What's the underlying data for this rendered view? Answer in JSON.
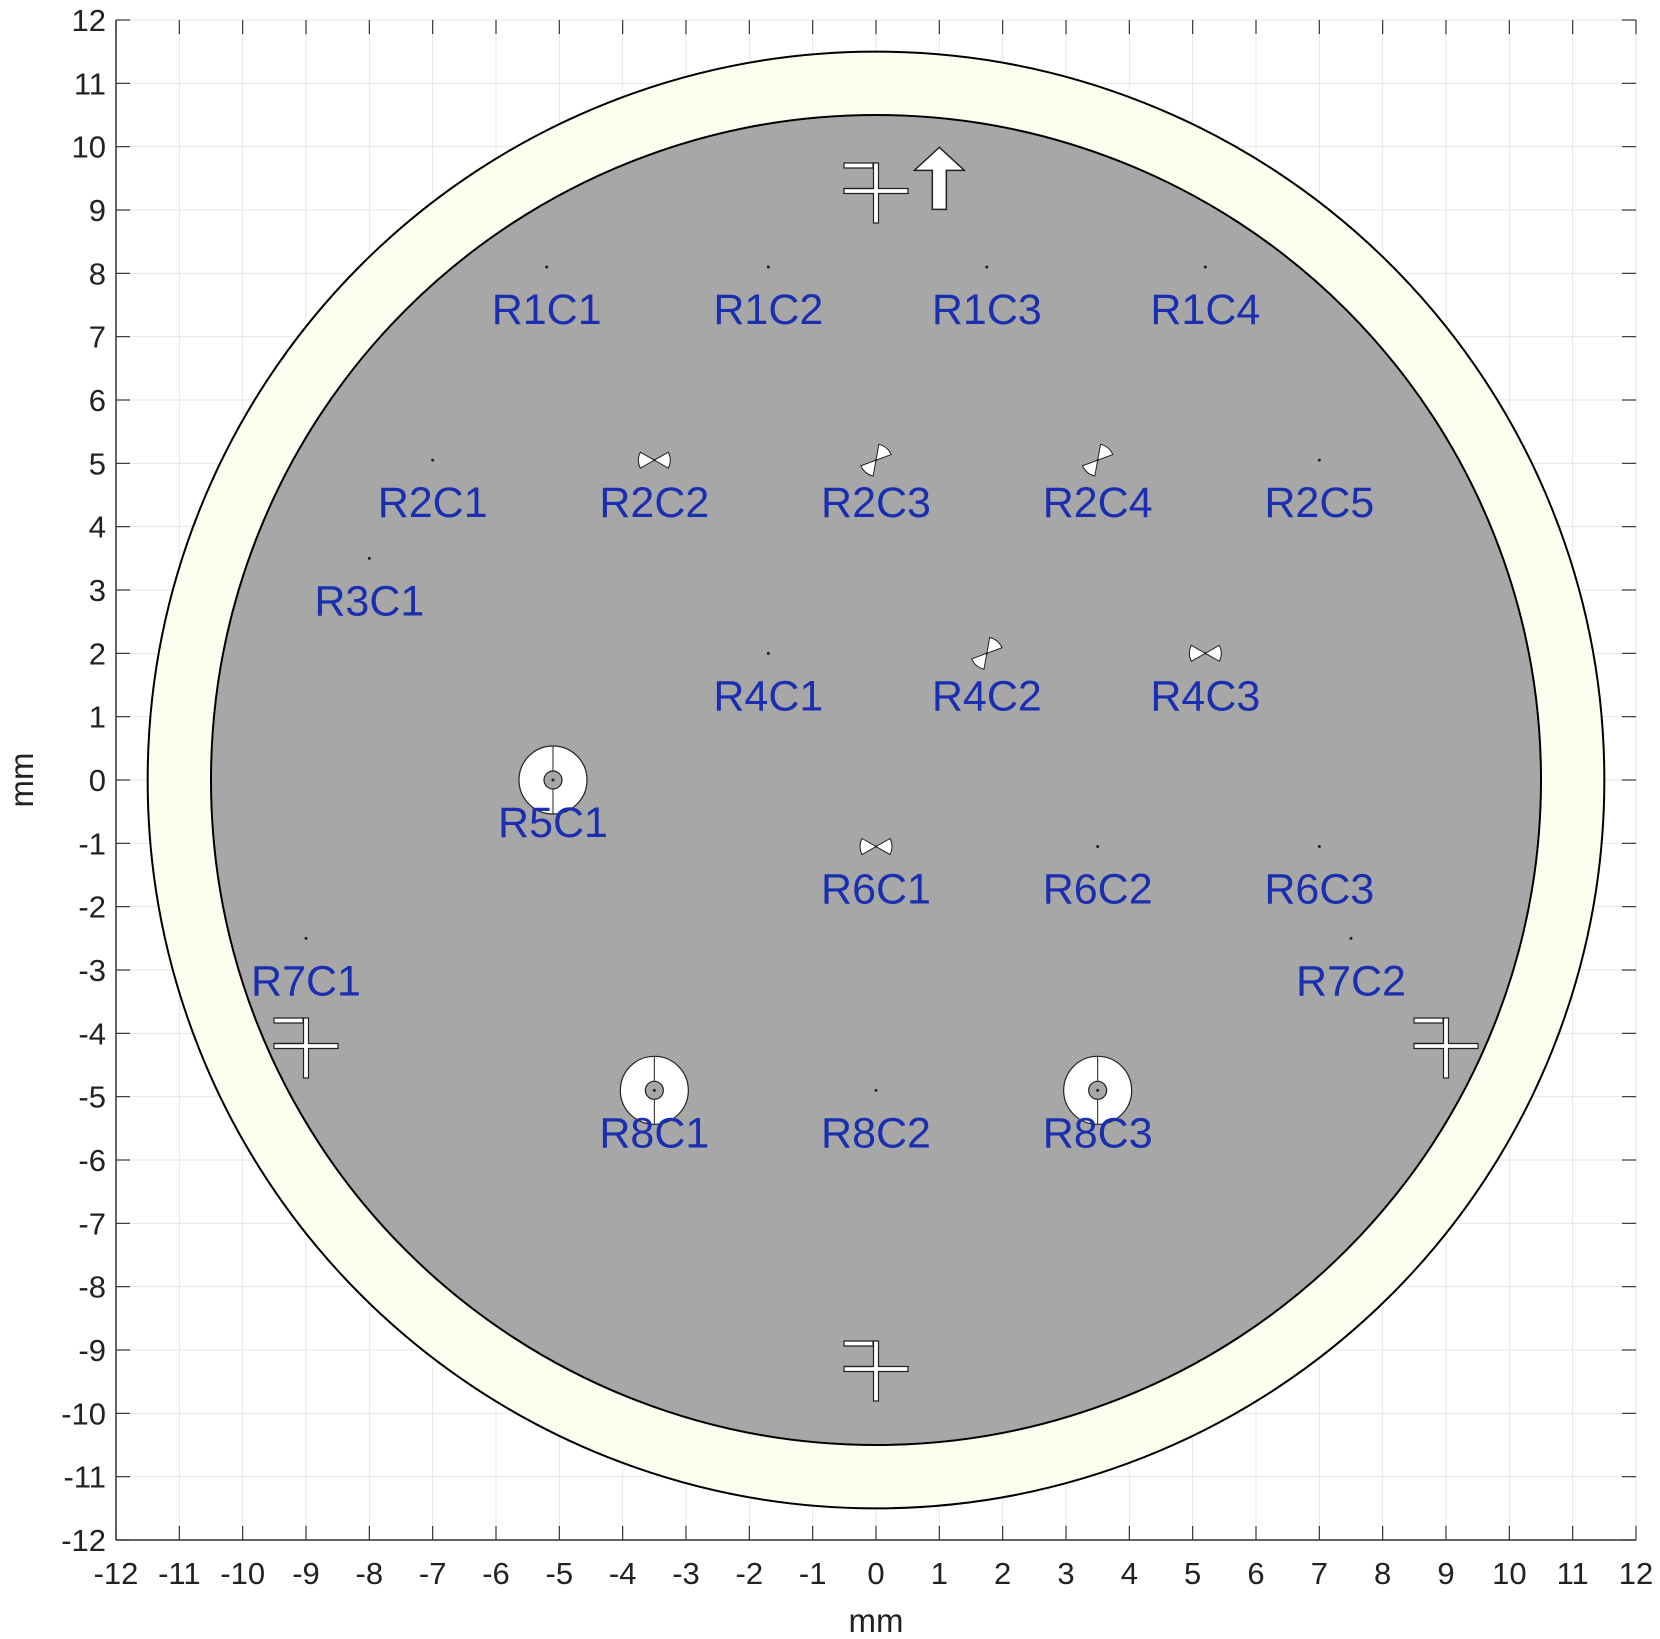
{
  "chart_data": {
    "type": "scatter",
    "xlabel": "mm",
    "ylabel": "mm",
    "xlim": [
      -12,
      12
    ],
    "ylim": [
      -12,
      12
    ],
    "xticks": [
      -12,
      -11,
      -10,
      -9,
      -8,
      -7,
      -6,
      -5,
      -4,
      -3,
      -2,
      -1,
      0,
      1,
      2,
      3,
      4,
      5,
      6,
      7,
      8,
      9,
      10,
      11,
      12
    ],
    "yticks": [
      -12,
      -11,
      -10,
      -9,
      -8,
      -7,
      -6,
      -5,
      -4,
      -3,
      -2,
      -1,
      0,
      1,
      2,
      3,
      4,
      5,
      6,
      7,
      8,
      9,
      10,
      11,
      12
    ],
    "grid": true,
    "outer_radius_mm": 11.5,
    "inner_radius_mm": 10.5,
    "colors": {
      "outer_ring": "#fefef0",
      "inner_disk": "#a7a7a7",
      "label": "#1a2fb0",
      "marker": "#ffffff",
      "grid": "#e6e6e6"
    },
    "sites": [
      {
        "label": "R1C1",
        "x": -5.2,
        "y": 8.1,
        "marker": "dot"
      },
      {
        "label": "R1C2",
        "x": -1.7,
        "y": 8.1,
        "marker": "dot"
      },
      {
        "label": "R1C3",
        "x": 1.75,
        "y": 8.1,
        "marker": "dot"
      },
      {
        "label": "R1C4",
        "x": 5.2,
        "y": 8.1,
        "marker": "dot"
      },
      {
        "label": "R2C1",
        "x": -7.0,
        "y": 5.05,
        "marker": "dot"
      },
      {
        "label": "R2C2",
        "x": -3.5,
        "y": 5.05,
        "marker": "bowtie-h"
      },
      {
        "label": "R2C3",
        "x": 0.0,
        "y": 5.05,
        "marker": "bowtie-d"
      },
      {
        "label": "R2C4",
        "x": 3.5,
        "y": 5.05,
        "marker": "bowtie-d"
      },
      {
        "label": "R2C5",
        "x": 7.0,
        "y": 5.05,
        "marker": "dot"
      },
      {
        "label": "R3C1",
        "x": -8.0,
        "y": 3.5,
        "marker": "dot"
      },
      {
        "label": "R4C1",
        "x": -1.7,
        "y": 2.0,
        "marker": "dot"
      },
      {
        "label": "R4C2",
        "x": 1.75,
        "y": 2.0,
        "marker": "bowtie-d"
      },
      {
        "label": "R4C3",
        "x": 5.2,
        "y": 2.0,
        "marker": "bowtie-h"
      },
      {
        "label": "R5C1",
        "x": -5.1,
        "y": 0.0,
        "marker": "target-large"
      },
      {
        "label": "R6C1",
        "x": 0.0,
        "y": -1.05,
        "marker": "bowtie-h"
      },
      {
        "label": "R6C2",
        "x": 3.5,
        "y": -1.05,
        "marker": "dot"
      },
      {
        "label": "R6C3",
        "x": 7.0,
        "y": -1.05,
        "marker": "dot"
      },
      {
        "label": "R7C1",
        "x": -9.0,
        "y": -2.5,
        "marker": "dot"
      },
      {
        "label": "R7C2",
        "x": 7.5,
        "y": -2.5,
        "marker": "dot"
      },
      {
        "label": "R8C1",
        "x": -3.5,
        "y": -4.9,
        "marker": "target"
      },
      {
        "label": "R8C2",
        "x": 0.0,
        "y": -4.9,
        "marker": "dot"
      },
      {
        "label": "R8C3",
        "x": 3.5,
        "y": -4.9,
        "marker": "target"
      }
    ],
    "alignment_marks": [
      {
        "x": 0.0,
        "y": 9.3
      },
      {
        "x": -9.0,
        "y": -4.2
      },
      {
        "x": 9.0,
        "y": -4.2
      },
      {
        "x": 0.0,
        "y": -9.3
      }
    ],
    "orientation_arrow": {
      "x": 1.0,
      "y": 9.5
    }
  }
}
